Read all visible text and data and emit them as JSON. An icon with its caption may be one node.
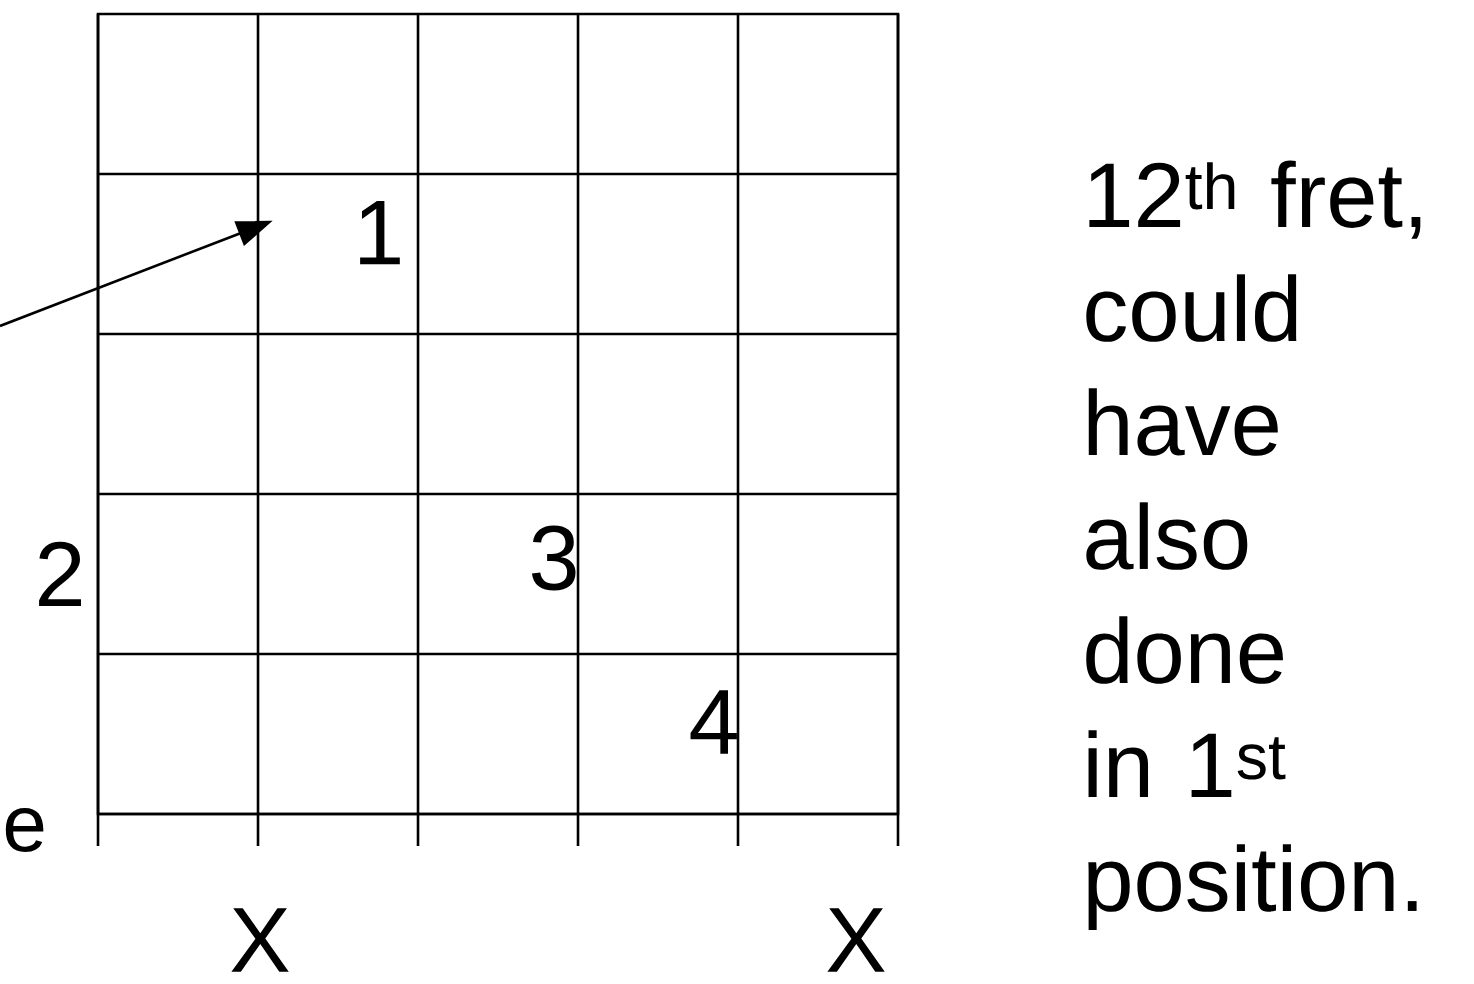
{
  "diagram": {
    "nodes": [
      {
        "text": [],
        "shape": "box"
      },
      {
        "text": [
          "1"
        ],
        "in": 0
      }
    ],
    "edges": [
      {
        "from": null,
        "to": 1,
        "arrow": "to"
      }
    ],
    "labels": [
      "12$^{th}$ fret, could have also done in 1$^{st}$ position.",
      "2",
      "3",
      "4",
      "e",
      "X",
      "X"
    ]
  }
}
